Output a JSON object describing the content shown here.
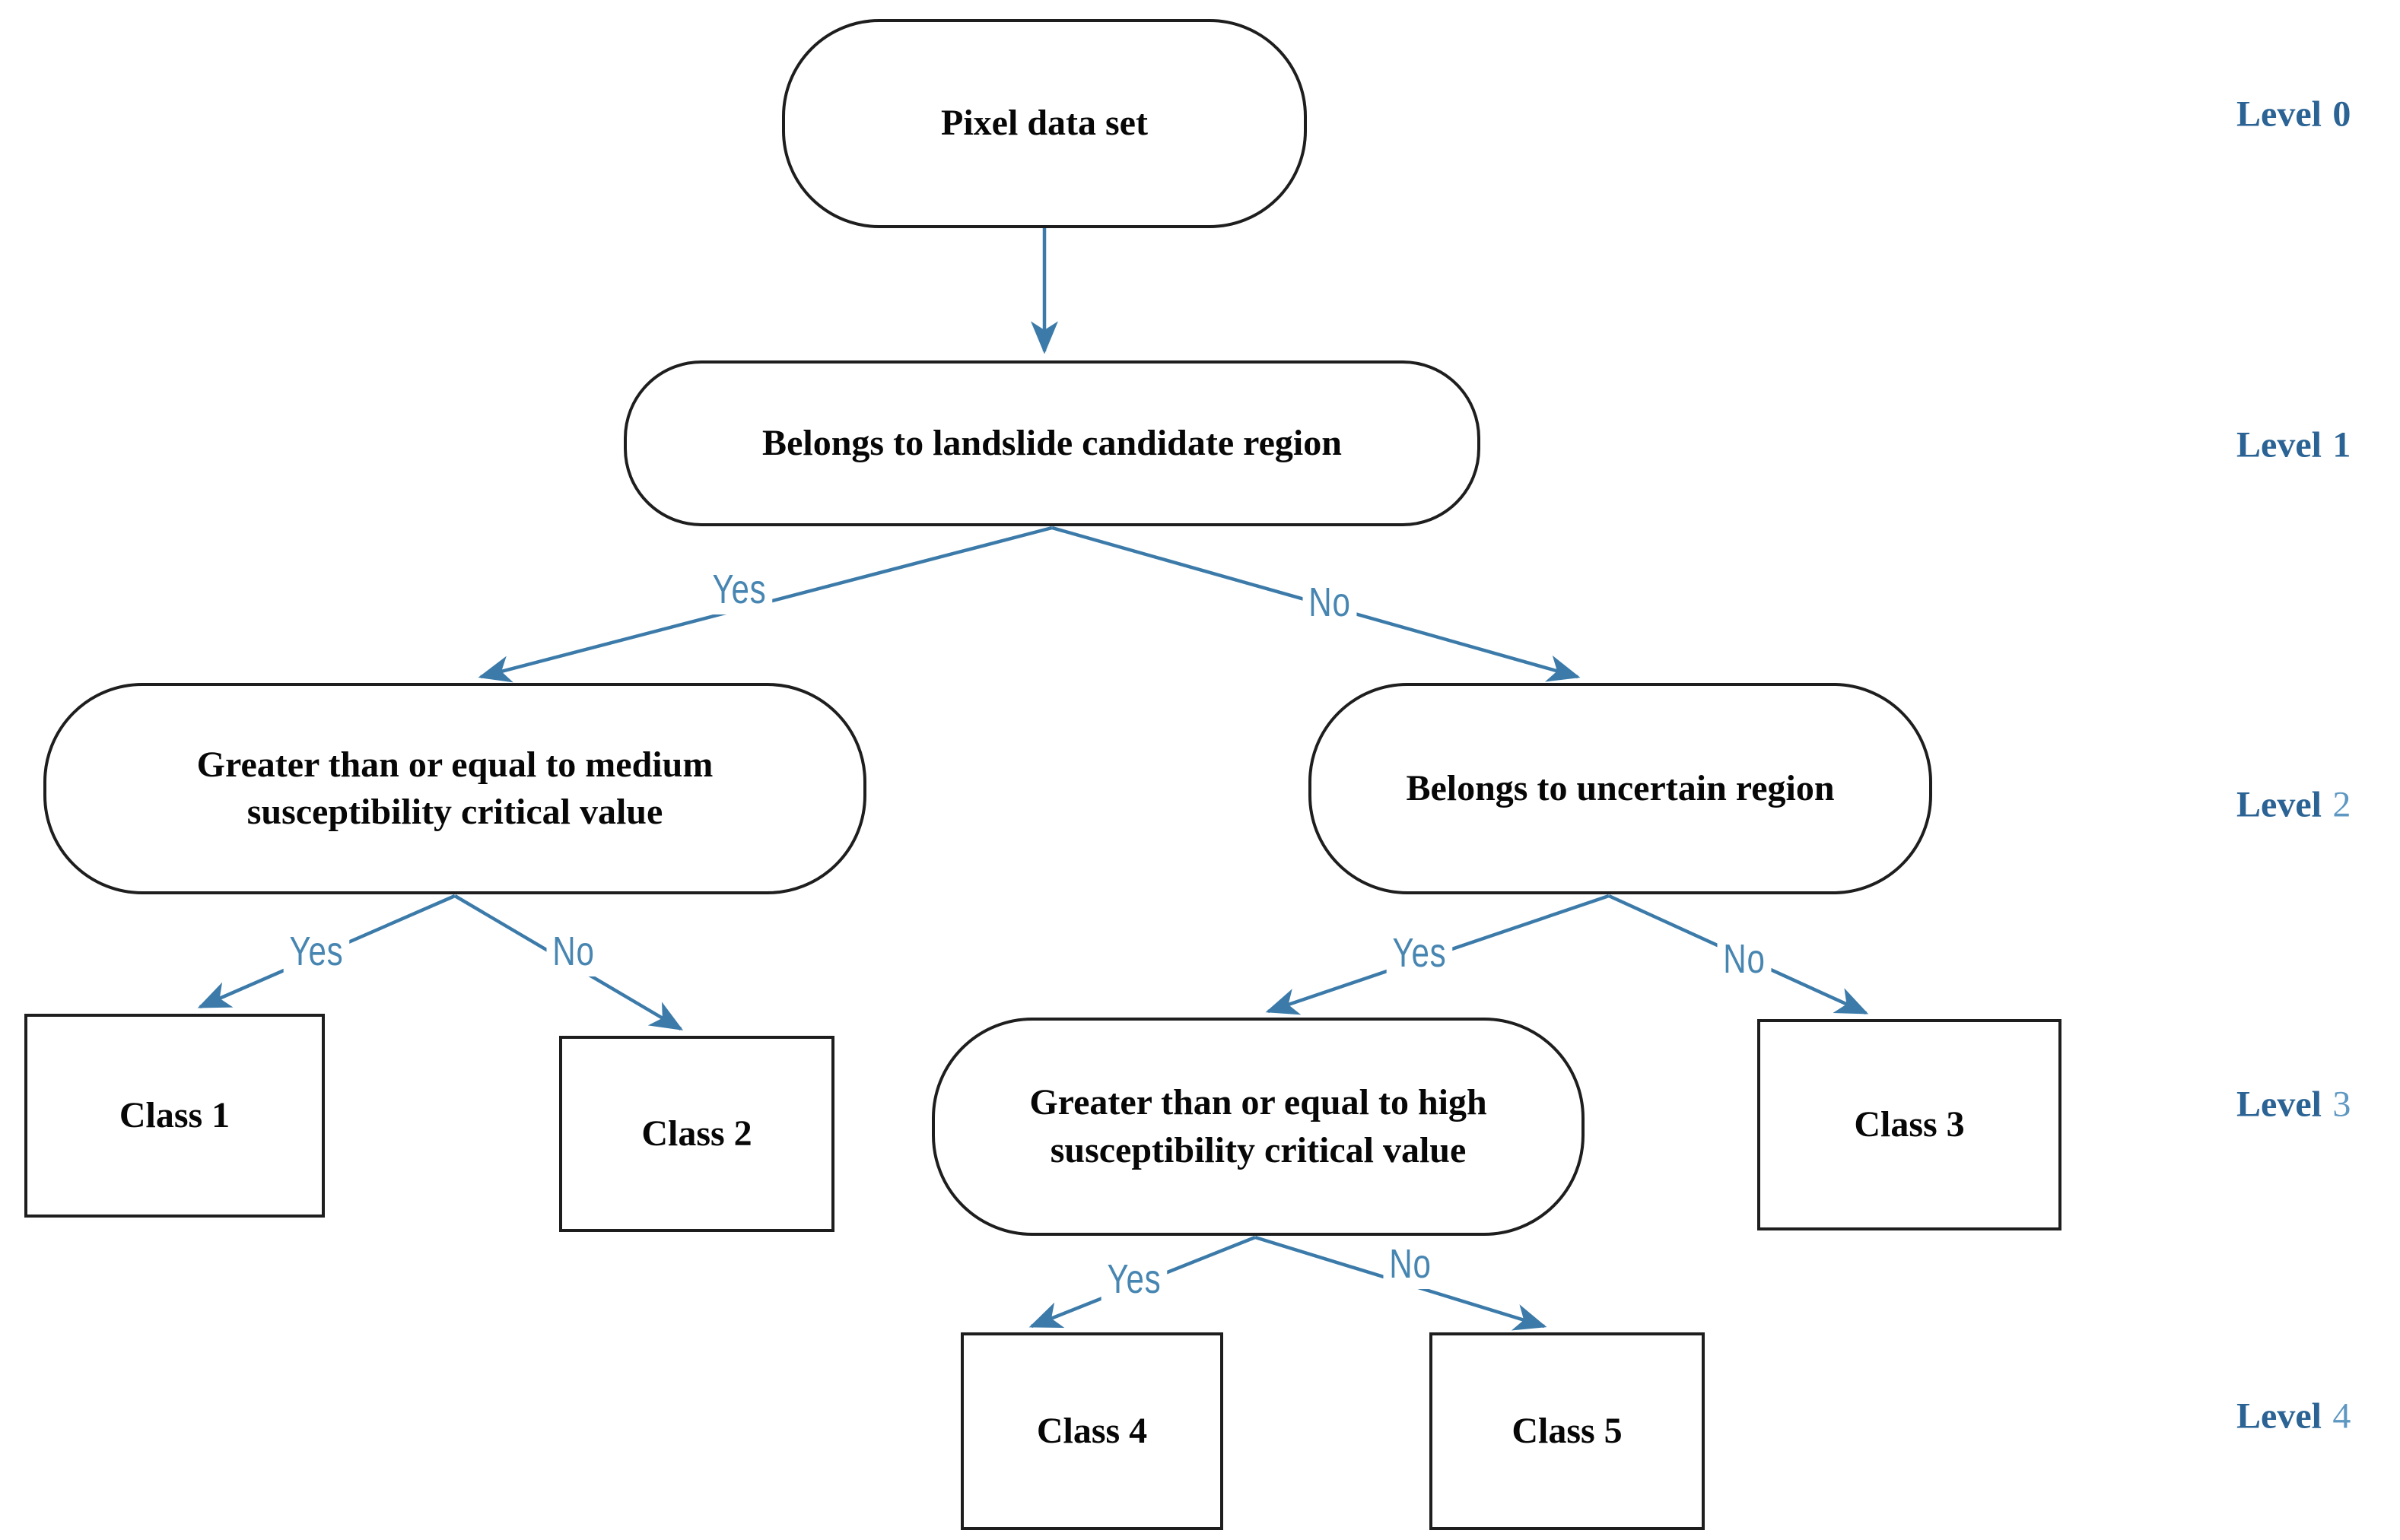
{
  "figure": {
    "description": "Decision tree flowchart for landslide susceptibility pixel classification",
    "colors": {
      "edge_blue": "#3c7ba9",
      "edge_label_blue": "#4886b2",
      "level_label_blue": "#2b6394",
      "level_num_light_blue": "#5e97c2",
      "node_border": "#1e1e1e",
      "node_fill": "#ffffff",
      "node_text": "#070707"
    },
    "nodes": [
      {
        "id": "root",
        "shape": "stadium",
        "label": "Pixel data set"
      },
      {
        "id": "landslide",
        "shape": "stadium",
        "label": "Belongs to landslide candidate region"
      },
      {
        "id": "medium",
        "shape": "stadium",
        "label": "Greater than or equal to medium\nsusceptibility critical value"
      },
      {
        "id": "uncertain",
        "shape": "stadium",
        "label": "Belongs to uncertain region"
      },
      {
        "id": "class1",
        "shape": "rect",
        "label": "Class 1"
      },
      {
        "id": "class2",
        "shape": "rect",
        "label": "Class 2"
      },
      {
        "id": "high",
        "shape": "stadium",
        "label": "Greater than or equal to high\nsusceptibility critical value"
      },
      {
        "id": "class3",
        "shape": "rect",
        "label": "Class 3"
      },
      {
        "id": "class4",
        "shape": "rect",
        "label": "Class 4"
      },
      {
        "id": "class5",
        "shape": "rect",
        "label": "Class 5"
      }
    ],
    "edges": [
      {
        "from": "root",
        "to": "landslide",
        "label": ""
      },
      {
        "from": "landslide",
        "to": "medium",
        "label": "Yes"
      },
      {
        "from": "landslide",
        "to": "uncertain",
        "label": "No"
      },
      {
        "from": "medium",
        "to": "class1",
        "label": "Yes"
      },
      {
        "from": "medium",
        "to": "class2",
        "label": "No"
      },
      {
        "from": "uncertain",
        "to": "high",
        "label": "Yes"
      },
      {
        "from": "uncertain",
        "to": "class3",
        "label": "No"
      },
      {
        "from": "high",
        "to": "class4",
        "label": "Yes"
      },
      {
        "from": "high",
        "to": "class5",
        "label": "No"
      }
    ],
    "levels": [
      {
        "word": "Level",
        "num": "0",
        "num_light": false
      },
      {
        "word": "Level",
        "num": "1",
        "num_light": false
      },
      {
        "word": "Level",
        "num": "2",
        "num_light": true
      },
      {
        "word": "Level",
        "num": "3",
        "num_light": true
      },
      {
        "word": "Level",
        "num": "4",
        "num_light": true
      }
    ]
  }
}
